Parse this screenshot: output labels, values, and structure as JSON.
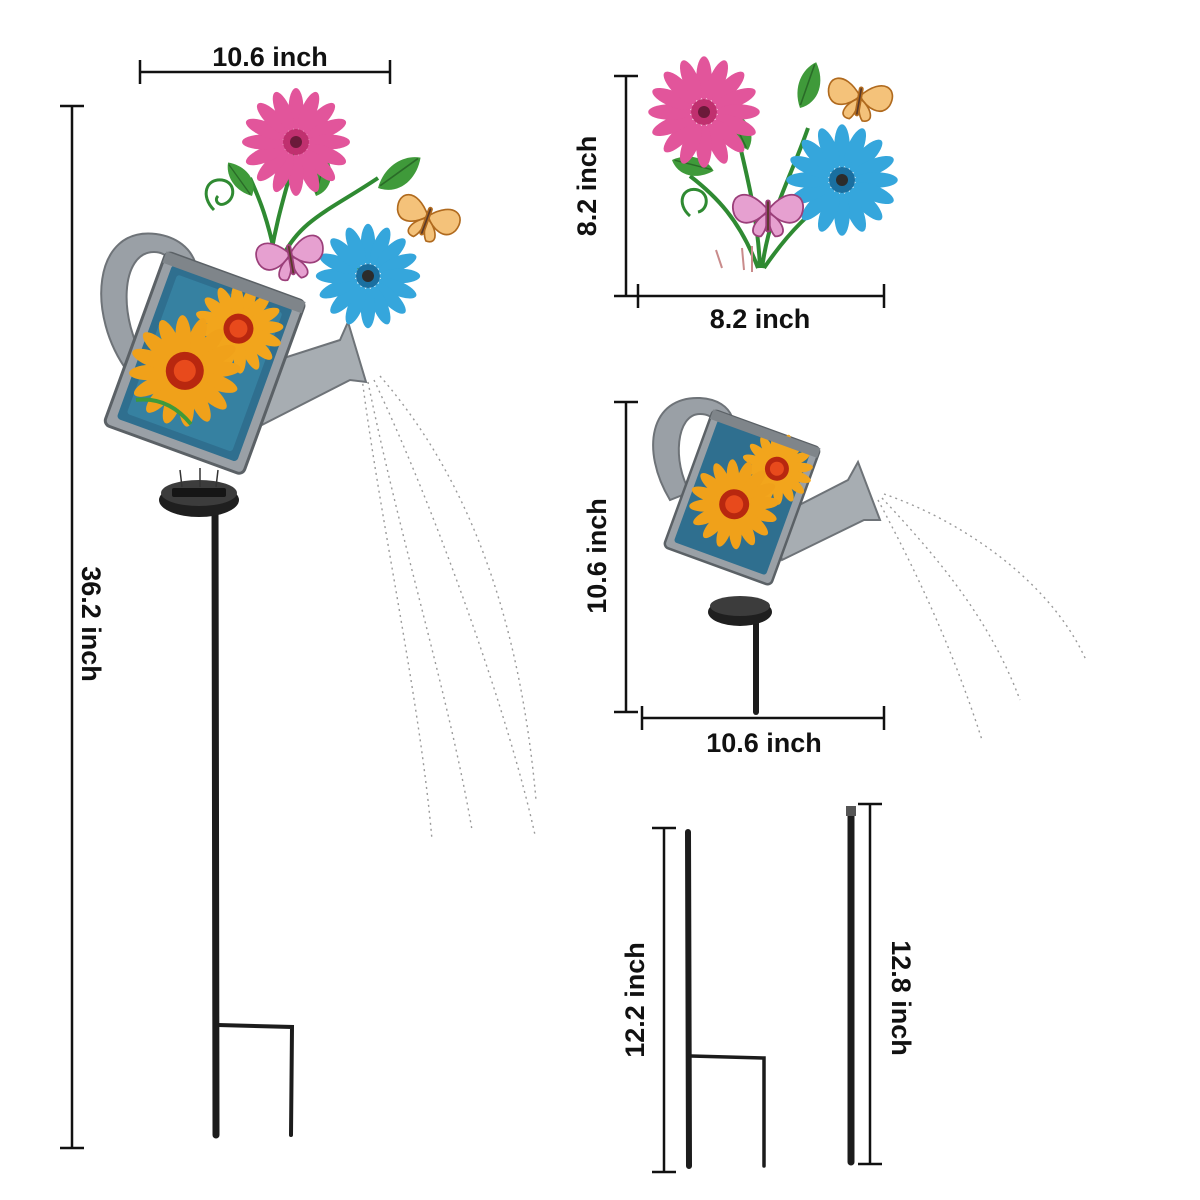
{
  "dimensions": {
    "full_width": "10.6 inch",
    "full_height": "36.2 inch",
    "flowers_height": "8.2 inch",
    "flowers_width": "8.2 inch",
    "can_height": "10.6 inch",
    "can_width": "10.6 inch",
    "stake_a_height": "12.2 inch",
    "stake_b_height": "12.8 inch"
  },
  "colors": {
    "can_body": "#9aa0a6",
    "panel_blue": "#2f6f8f",
    "sunflower": "#f2a51c",
    "sunflower_center": "#b8270f",
    "pink_flower": "#e2559b",
    "blue_flower": "#35a6dc",
    "leaf": "#3f9a3a",
    "butterfly_pink": "#e6a0d0",
    "butterfly_orange": "#f4b55a",
    "stake": "#1c1c1c"
  }
}
